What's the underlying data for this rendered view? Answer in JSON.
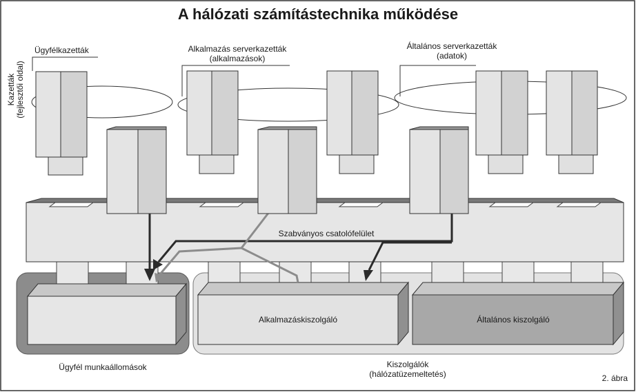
{
  "title": "A hálózati számítástechnika működése",
  "labels": {
    "side": [
      "Kazetták",
      "(fejlesztői oldal)"
    ],
    "client_cartridges": "Ügyfélkazetták",
    "app_server_cartridges": [
      "Alkalmazás serverkazetták",
      "(alkalmazások)"
    ],
    "general_server_cartridges": [
      "Általános serverkazetták",
      "(adatok)"
    ],
    "interface": "Szabványos csatolófelület",
    "app_server": "Alkalmazáskiszolgáló",
    "general_server": "Általános kiszolgáló",
    "workstations": "Ügyfél munkaállomások",
    "servers": [
      "Kiszolgálók",
      "(hálózatüzemeltetés)"
    ],
    "figure": "2. ábra"
  }
}
